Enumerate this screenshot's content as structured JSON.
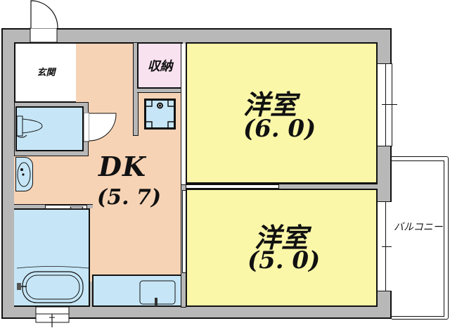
{
  "floorplan": {
    "title": "1DK floor plan",
    "colors": {
      "wall": "#b8b8b8",
      "dk": "#f7d3b5",
      "western_room": "#fbf7a8",
      "wet_area": "#c6e6f7",
      "storage": "#f9e2f0",
      "entrance": "#ffffff",
      "balcony": "#ffffff"
    },
    "rooms": {
      "entrance": {
        "label": "玄関"
      },
      "storage": {
        "label": "収納"
      },
      "dk": {
        "label": "DK",
        "size": "(5. 7)"
      },
      "western_room_1": {
        "label": "洋室",
        "size": "(6. 0)"
      },
      "western_room_2": {
        "label": "洋室",
        "size": "(5. 0)"
      },
      "balcony": {
        "label": "バルコニー"
      }
    },
    "fixtures": [
      "toilet",
      "washbasin",
      "bathtub",
      "washing-machine-pan",
      "kitchen-sink"
    ]
  }
}
